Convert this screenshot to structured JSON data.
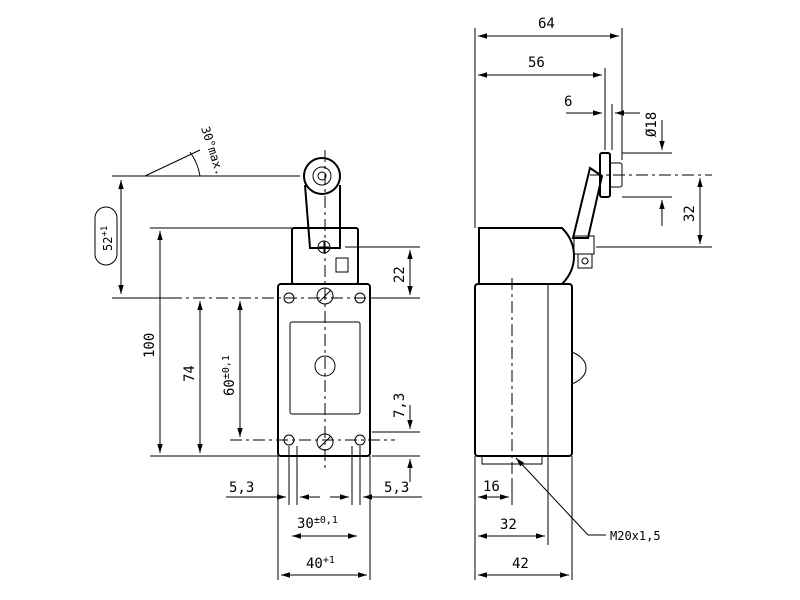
{
  "front_view": {
    "dim_100": "100",
    "dim_74": "74",
    "dim_60": "60",
    "dim_60_tol": "±0,1",
    "dim_22": "22",
    "dim_7_3": "7,3",
    "dim_5_3_left": "5,3",
    "dim_5_3_right": "5,3",
    "dim_30": "30",
    "dim_30_tol": "±0,1",
    "dim_40": "40",
    "dim_40_tol": "+1",
    "dim_52": "52",
    "dim_52_tol": "+1",
    "angle_label": "30°max."
  },
  "side_view": {
    "dim_64": "64",
    "dim_56": "56",
    "dim_6": "6",
    "dim_d18": "Ø18",
    "dim_32_vertical": "32",
    "dim_16": "16",
    "dim_32_horizontal": "32",
    "dim_42": "42",
    "thread_label": "M20x1,5"
  }
}
